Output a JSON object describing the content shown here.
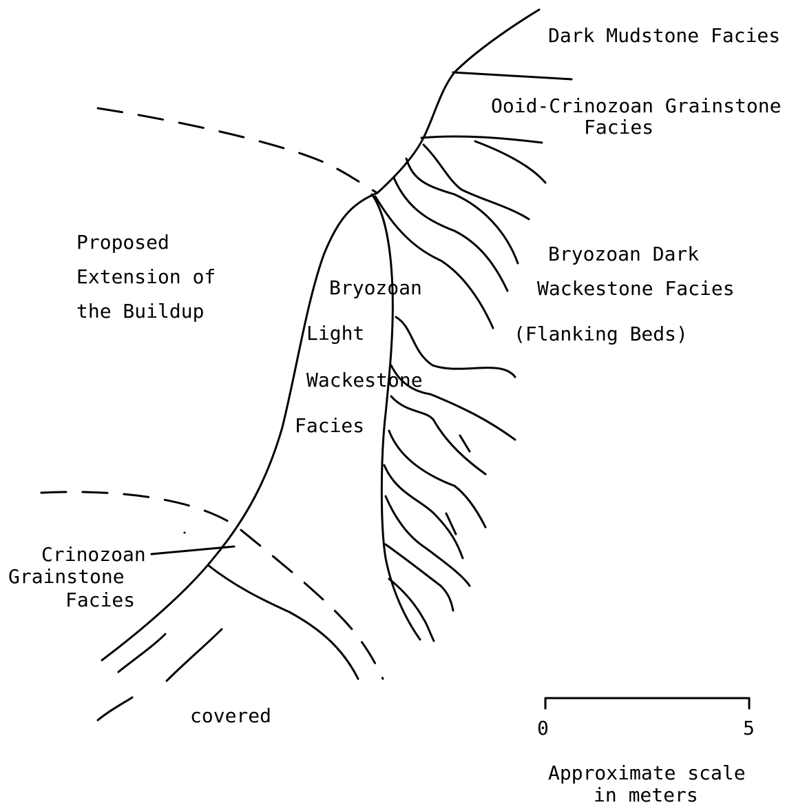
{
  "labels": {
    "dark_mudstone": "Dark Mudstone Facies",
    "ooid_line1": "Ooid-Crinozoan Grainstone",
    "ooid_line2": "Facies",
    "bryozoan_dark_line1": "Bryozoan Dark",
    "bryozoan_dark_line2": "Wackestone Facies",
    "bryozoan_dark_line3": "(Flanking Beds)",
    "proposed_line1": "Proposed",
    "proposed_line2": "Extension of",
    "proposed_line3": "the Buildup",
    "bryozoan_light_line1": "Bryozoan",
    "bryozoan_light_line2": "Light",
    "bryozoan_light_line3": "Wackestone",
    "bryozoan_light_line4": "Facies",
    "crinozoan_line1": "Crinozoan",
    "crinozoan_line2": "Grainstone",
    "crinozoan_line3": "Facies",
    "covered": "covered"
  },
  "scale": {
    "min_label": "0",
    "max_label": "5",
    "caption_line1": "Approximate scale",
    "caption_line2": "in meters",
    "min_value_m": 0,
    "max_value_m": 5
  },
  "colors": {
    "ink": "#000000",
    "background": "#ffffff"
  }
}
